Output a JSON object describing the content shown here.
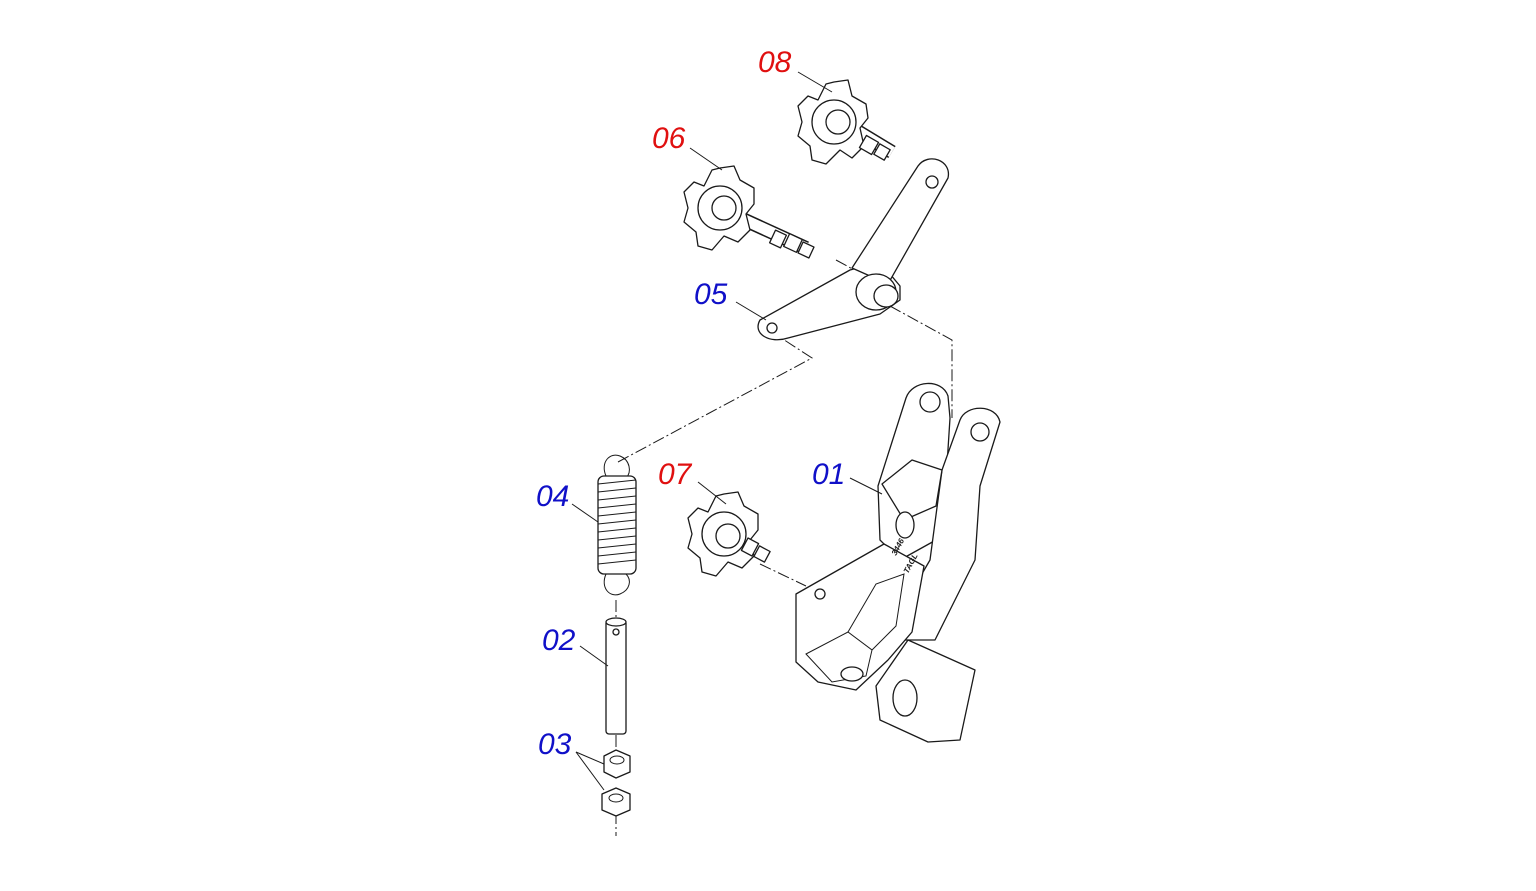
{
  "diagram": {
    "label_colors": {
      "red": "#e01010",
      "blue": "#1010c8"
    },
    "callouts": [
      {
        "id": "01",
        "color": "blue"
      },
      {
        "id": "02",
        "color": "blue"
      },
      {
        "id": "03",
        "color": "blue"
      },
      {
        "id": "04",
        "color": "blue"
      },
      {
        "id": "05",
        "color": "blue"
      },
      {
        "id": "06",
        "color": "red"
      },
      {
        "id": "07",
        "color": "red"
      },
      {
        "id": "08",
        "color": "red"
      }
    ],
    "stamp_text": [
      "3446",
      "TAGL"
    ]
  }
}
